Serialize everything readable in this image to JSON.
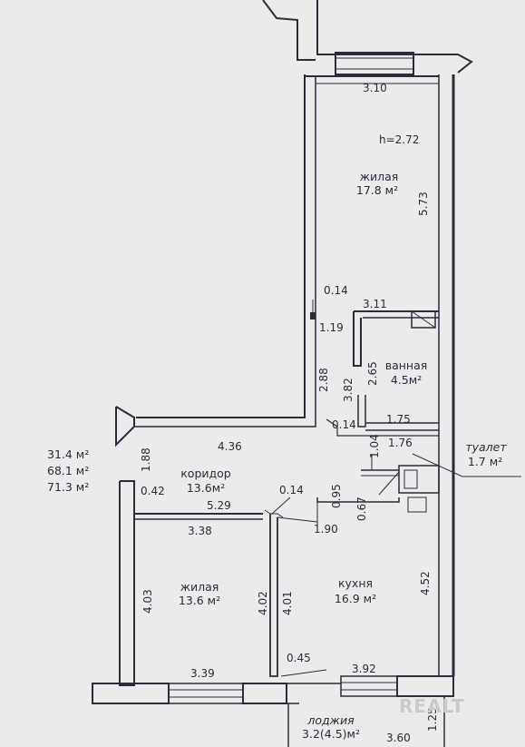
{
  "height_note": "h=2.72",
  "rooms": {
    "living1_name": "жилая",
    "living1_area": "17.8 м²",
    "bath_name": "ванная",
    "bath_area": "4.5м²",
    "toilet_name": "туалет",
    "toilet_area": "1.7 м²",
    "corridor_name": "коридор",
    "corridor_area": "13.6м²",
    "living2_name": "жилая",
    "living2_area": "13.6 м²",
    "kitchen_name": "кухня",
    "kitchen_area": "16.9 м²",
    "loggia_name": "лоджия",
    "loggia_area": "3.2(4.5)м²"
  },
  "totals": [
    "31.4 м²",
    "68.1 м²",
    "71.3 м²"
  ],
  "dimensions": {
    "d310": "3.10",
    "d573": "5.73",
    "d014a": "0.14",
    "d311": "3.11",
    "d119": "1.19",
    "d288": "2.88",
    "d265": "2.65",
    "d382": "3.82",
    "d014b": "0.14",
    "d175": "1.75",
    "d176": "1.76",
    "d104": "1.04",
    "d188": "1.88",
    "d436": "4.36",
    "d042": "0.42",
    "d529": "5.29",
    "d014c": "0.14",
    "d095": "0.95",
    "d067": "0.67",
    "d338": "3.38",
    "d190": "1.90",
    "d403": "4.03",
    "d402": "4.02",
    "d401": "4.01",
    "d452": "4.52",
    "d045": "0.45",
    "d339": "3.39",
    "d392": "3.92",
    "d360": "3.60",
    "d125": "1.25"
  },
  "watermark": "REALT",
  "colors": {
    "ink": "#2b2b3a",
    "paper": "#ebebeb"
  }
}
